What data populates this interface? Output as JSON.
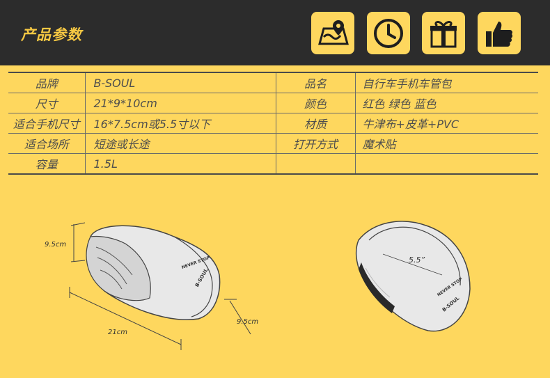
{
  "header": {
    "title": "产品参数",
    "icons": [
      "map-route-icon",
      "clock-icon",
      "gift-icon",
      "thumbs-up-icon"
    ]
  },
  "spec": {
    "rows": [
      {
        "k1": "品牌",
        "v1": "B-SOUL",
        "k2": "品名",
        "v2": "自行车手机车管包"
      },
      {
        "k1": "尺寸",
        "v1": "21*9*10cm",
        "k2": "颜色",
        "v2": "红色 绿色 蓝色"
      },
      {
        "k1": "适合手机尺寸",
        "v1": "16*7.5cm或5.5寸以下",
        "k2": "材质",
        "v2": "牛津布+皮革+PVC"
      },
      {
        "k1": "适合场所",
        "v1": "短途或长途",
        "k2": "打开方式",
        "v2": "魔术贴"
      },
      {
        "k1": "容量",
        "v1": "1.5L",
        "k2": "",
        "v2": ""
      }
    ]
  },
  "figure_left": {
    "height_label": "9.5cm",
    "length_label": "21cm",
    "width_label": "9.5cm",
    "bag_text_1": "NEVER STOP",
    "bag_text_2": "B-SOUL"
  },
  "figure_right": {
    "screen_label": "5.5”",
    "bag_text_1": "NEVER STOP",
    "bag_text_2": "B-SOUL"
  },
  "colors": {
    "background": "#fed75e",
    "header": "#2c2c2c",
    "accent": "#f6c843"
  }
}
